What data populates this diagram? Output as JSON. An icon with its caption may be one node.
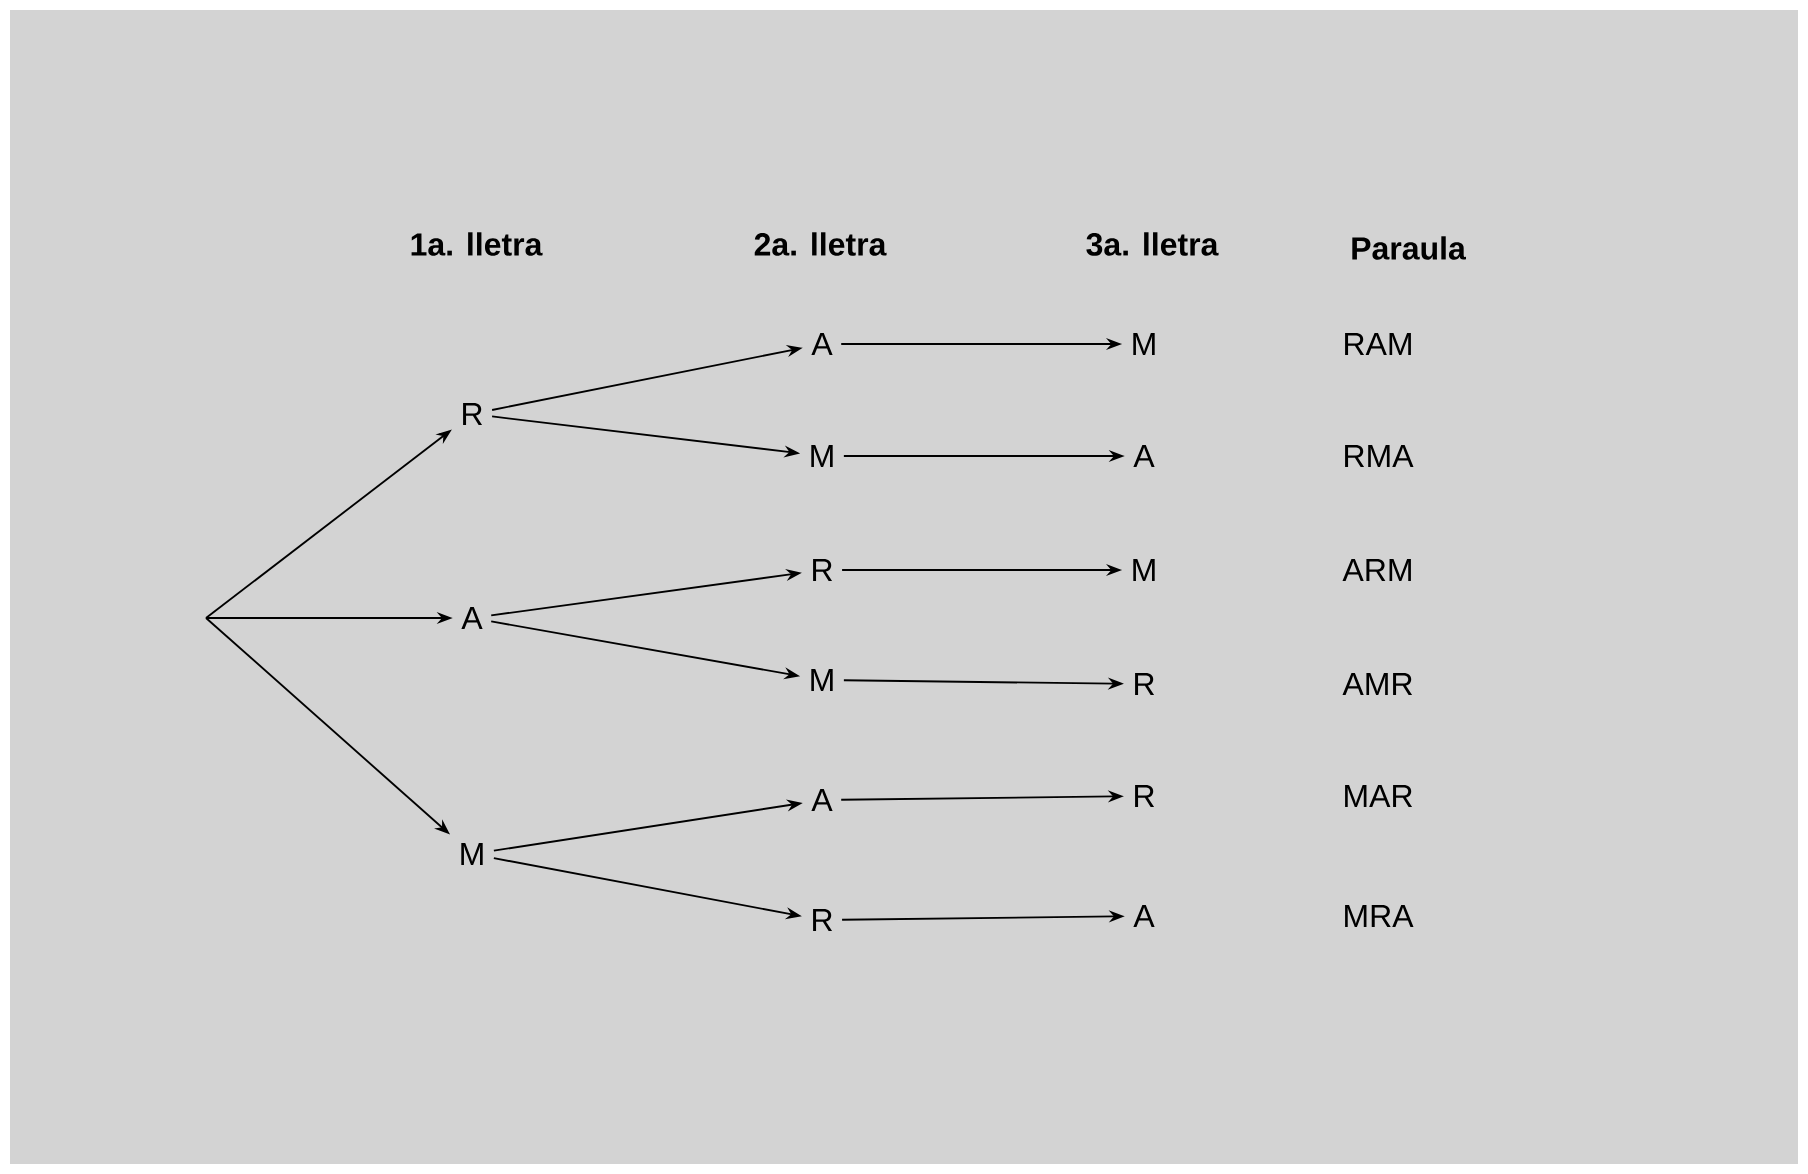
{
  "diagram": {
    "nodes": [
      {
        "text": [
          "R"
        ]
      },
      {
        "text": [
          "A"
        ]
      },
      {
        "text": [
          "M"
        ]
      },
      {
        "text": [
          "A"
        ]
      },
      {
        "text": [
          "M"
        ]
      },
      {
        "text": [
          "R"
        ]
      },
      {
        "text": [
          "M"
        ]
      },
      {
        "text": [
          "A"
        ]
      },
      {
        "text": [
          "R"
        ]
      },
      {
        "text": [
          "M"
        ]
      },
      {
        "text": [
          "A"
        ]
      },
      {
        "text": [
          "M"
        ]
      },
      {
        "text": [
          "R"
        ]
      },
      {
        "text": [
          "R"
        ]
      },
      {
        "text": [
          "A"
        ]
      }
    ],
    "edges": [
      {
        "from": null,
        "to": 0,
        "arrow": "to"
      },
      {
        "from": null,
        "to": 1,
        "arrow": "to"
      },
      {
        "from": null,
        "to": 2,
        "arrow": "to"
      },
      {
        "from": 0,
        "to": 3,
        "arrow": "to"
      },
      {
        "from": 0,
        "to": 4,
        "arrow": "to"
      },
      {
        "from": 1,
        "to": 5,
        "arrow": "to"
      },
      {
        "from": 1,
        "to": 6,
        "arrow": "to"
      },
      {
        "from": 2,
        "to": 7,
        "arrow": "to"
      },
      {
        "from": 2,
        "to": 8,
        "arrow": "to"
      },
      {
        "from": 3,
        "to": 9,
        "arrow": "to"
      },
      {
        "from": 4,
        "to": 10,
        "arrow": "to"
      },
      {
        "from": 5,
        "to": 11,
        "arrow": "to"
      },
      {
        "from": 6,
        "to": 12,
        "arrow": "to"
      },
      {
        "from": 7,
        "to": 13,
        "arrow": "to"
      },
      {
        "from": 8,
        "to": 14,
        "arrow": "to"
      }
    ],
    "labels": [
      "1a. lletra",
      "2a. lletra",
      "3a. lletra",
      "Paraula",
      "RAM",
      "RMA",
      "ARM",
      "AMR",
      "MAR",
      "MRA"
    ]
  }
}
